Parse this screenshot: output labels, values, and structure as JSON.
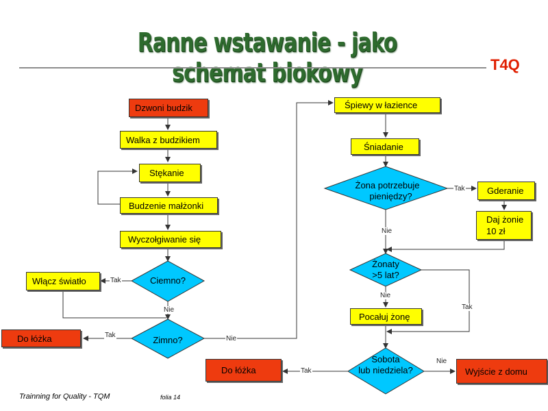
{
  "title": "Ranne wstawanie - jako schemat blokowy",
  "brand": "T4Q",
  "colors": {
    "process": "#ffff00",
    "terminal": "#ee3b0f",
    "decision": "#00c8ff",
    "line": "#333333"
  },
  "nodes": {
    "dzwoni": "Dzwoni budzik",
    "walka": "Walka z budzikiem",
    "stekanie": "Stękanie",
    "budzenie": "Budzenie małżonki",
    "wyczolgiwanie": "Wyczołgiwanie się",
    "ciemno": "Ciemno?",
    "wlacz": "Włącz światło",
    "zimno": "Zimno?",
    "do_lozka_1": "Do łóżka",
    "spiewy": "Śpiewy w łazience",
    "sniadanie": "Śniadanie",
    "zona_q1": "Żona potrzebuje",
    "zona_q2": "pieniędzy?",
    "gderanie": "Gderanie",
    "daj1": "Daj żonie",
    "daj2": "10 zł",
    "zonaty1": "Żonaty",
    "zonaty2": ">5 lat?",
    "pocaluj": "Pocałuj żonę",
    "sobota1": "Sobota",
    "sobota2": "lub niedziela?",
    "do_lozka_2": "Do łóżka",
    "wyjscie": "Wyjście z domu"
  },
  "labels": {
    "ciemno_tak": "Tak",
    "ciemno_nie": "Nie",
    "zimno_tak": "Tak",
    "zimno_nie": "Nie",
    "zona_tak": "Tak",
    "zona_nie": "Nie",
    "zonaty_nie": "Nie",
    "zonaty_tak": "Tak",
    "sobota_tak": "Tak",
    "sobota_nie": "Nie"
  },
  "footer": {
    "left": "Trainning for Quality -  TQM",
    "right": "folia 14"
  }
}
